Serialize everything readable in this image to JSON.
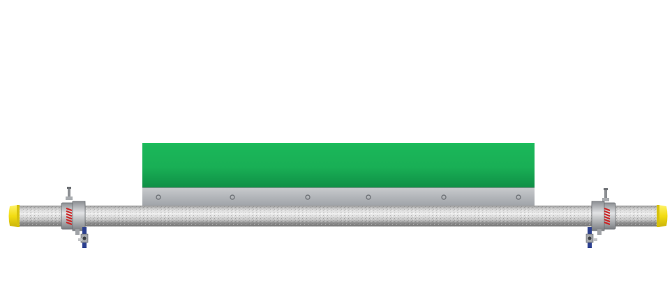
{
  "scene": {
    "subject": "",
    "background_color": "#ffffff"
  },
  "colors": {
    "blade_green_top": "#1bb85a",
    "blade_green_bottom": "#11954a",
    "metal_strip": "#b8bbbf",
    "shaft_light": "#e6e6e6",
    "shaft_dark": "#8e8e8e",
    "end_cap_yellow": "#f4e11a",
    "spring_red": "#cc2222",
    "bolt_blue": "#2b3f8f"
  },
  "parts": {
    "blade": "green-polyurethane-blade",
    "mount_strip": "aluminum-mounting-strip",
    "shaft": "steel-shaft",
    "left_end_cap": "yellow-end-cap",
    "right_end_cap": "yellow-end-cap",
    "left_tensioner": "spring-tensioner",
    "right_tensioner": "spring-tensioner"
  }
}
